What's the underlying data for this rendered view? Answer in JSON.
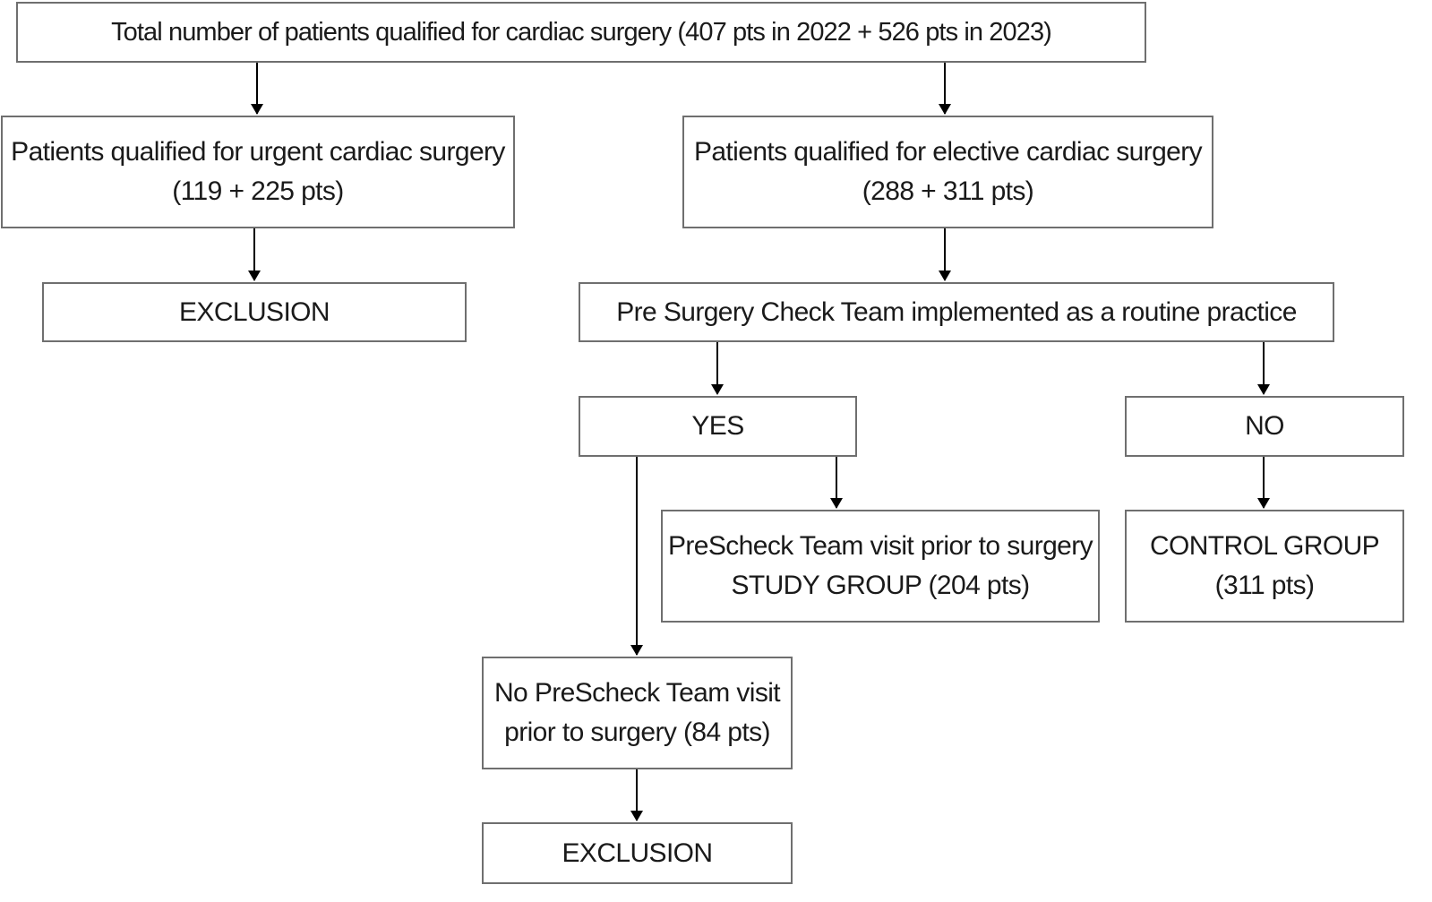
{
  "diagram": {
    "total": {
      "line1": "Total number of patients qualified for cardiac surgery (407 pts in 2022 + 526 pts in 2023)"
    },
    "urgent": {
      "line1": "Patients qualified for urgent cardiac surgery",
      "line2": "(119 + 225 pts)"
    },
    "elective": {
      "line1": "Patients qualified for elective cardiac surgery",
      "line2": "(288 + 311 pts)"
    },
    "exclusion_urgent": {
      "line1": "EXCLUSION"
    },
    "psct": {
      "line1": "Pre Surgery Check Team implemented as a routine practice"
    },
    "yes": {
      "line1": "YES"
    },
    "no": {
      "line1": "NO"
    },
    "study_group": {
      "line1": "PreScheck Team visit prior to surgery",
      "line2": "STUDY GROUP (204 pts)"
    },
    "control_group": {
      "line1": "CONTROL GROUP",
      "line2": "(311 pts)"
    },
    "no_visit": {
      "line1": "No PreScheck Team visit",
      "line2": "prior to surgery (84 pts)"
    },
    "exclusion_no_visit": {
      "line1": "EXCLUSION"
    }
  },
  "colors": {
    "box_border": "#6f6f6f",
    "arrow": "#000000",
    "text": "#1a1a1a",
    "background": "#ffffff"
  }
}
